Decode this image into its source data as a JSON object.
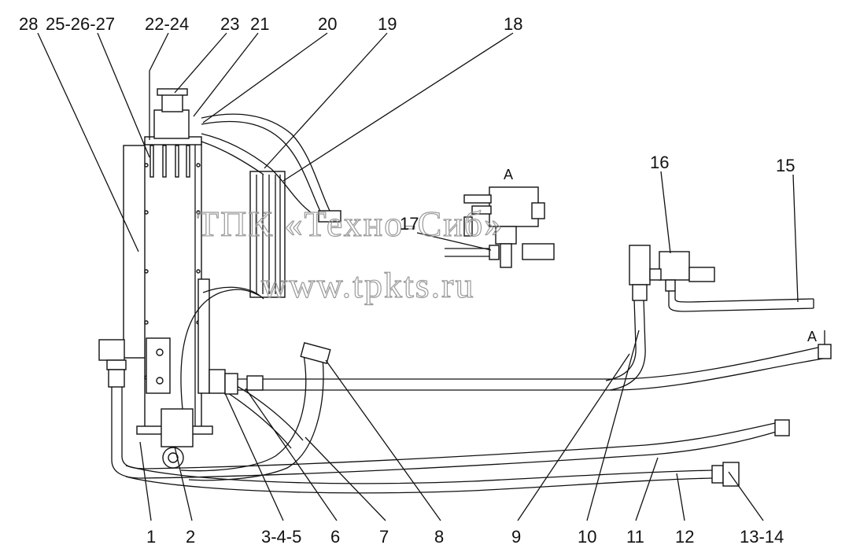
{
  "labels": {
    "top": [
      "28",
      "25-26-27",
      "22-24",
      "23",
      "21",
      "20",
      "19",
      "18"
    ],
    "right": [
      "16",
      "15",
      "17"
    ],
    "bottom": [
      "1",
      "2",
      "3-4-5",
      "6",
      "7",
      "8",
      "9",
      "10",
      "11",
      "12",
      "13-14"
    ]
  },
  "view_marks": {
    "view_a_title": "A",
    "section_a": "A"
  },
  "watermark": {
    "line1": "ТПК «Техно-Сиб»",
    "line2": "www.tpkts.ru"
  }
}
